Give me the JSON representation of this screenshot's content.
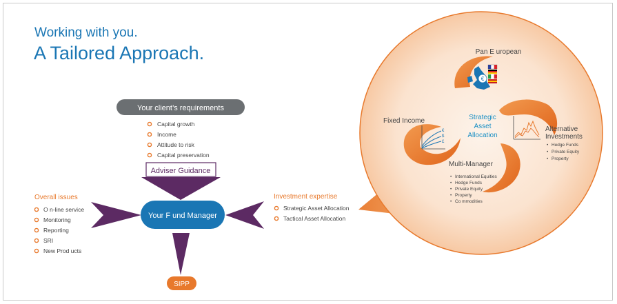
{
  "title": {
    "line1": "Working with you.",
    "line2": "A Tailored Approach."
  },
  "client_requirements": {
    "label": "Your client’s requirements",
    "items": [
      "Capital growth",
      "Income",
      "Attitude to risk",
      "Capital preservation"
    ]
  },
  "adviser_guidance": "Adviser Guidance",
  "fund_manager": "Your F und Manager",
  "overall_issues": {
    "heading": "Overall issues",
    "items": [
      "O n-line service",
      "Monitoring",
      "Reporting",
      "SRI",
      "New Prod ucts"
    ]
  },
  "investment_expertise": {
    "heading": "Investment expertise",
    "items": [
      "Strategic Asset Allocation",
      "Tactical Asset Allocation"
    ]
  },
  "sipp": "SIPP",
  "circle": {
    "center": [
      "Strategic",
      "Asset",
      "Allocation"
    ],
    "pan_european": "Pan E uropean",
    "fixed_income": "Fixed Income",
    "alternative": {
      "title": [
        "Alternative",
        "Investments"
      ],
      "items": [
        "Hedge Funds",
        "Private Equity",
        "Property"
      ]
    },
    "multi_manager": {
      "title": "Multi-Manager",
      "items": [
        "International Equities",
        "Hedge Funds",
        "Private Equity",
        "Property",
        "Co mmodities"
      ]
    },
    "currency_symbols": [
      "€",
      "$",
      "£"
    ],
    "euro_symbol": "€"
  },
  "colors": {
    "blue": "#1a76b4",
    "orange": "#e8792c",
    "purple": "#5c2a63",
    "grey_pill": "#6b6f72"
  }
}
